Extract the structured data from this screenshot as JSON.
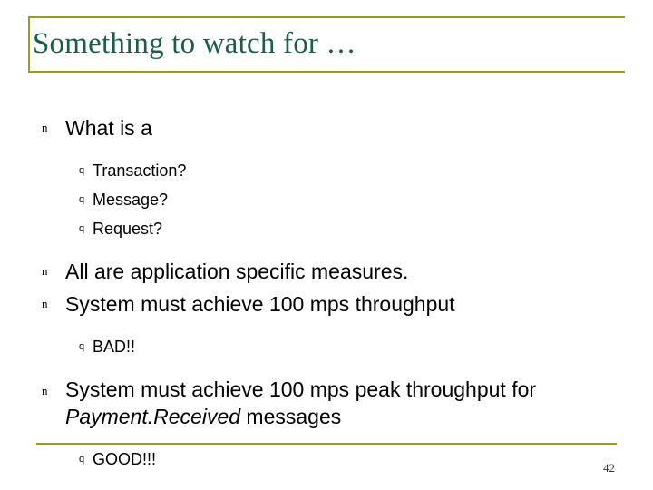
{
  "slide": {
    "title": "Something to watch for …",
    "page_number": "42",
    "accent_color": "#9a9a2a",
    "title_color": "#1a5e4a",
    "markers": {
      "level1": "n",
      "level2": "q"
    },
    "bullets": [
      {
        "level": 1,
        "text": "What is a",
        "children": [
          {
            "level": 2,
            "text": "Transaction?"
          },
          {
            "level": 2,
            "text": "Message?"
          },
          {
            "level": 2,
            "text": "Request?"
          }
        ]
      },
      {
        "level": 1,
        "text": "All are application specific measures.",
        "children": []
      },
      {
        "level": 1,
        "text": "System must achieve 100 mps throughput",
        "children": [
          {
            "level": 2,
            "text": "BAD!!"
          }
        ]
      },
      {
        "level": 1,
        "text_part1": "System must achieve 100 mps peak throughput for ",
        "text_italic": "Payment.Received",
        "text_part2": " messages",
        "children": [
          {
            "level": 2,
            "text": "GOOD!!!"
          }
        ]
      }
    ]
  }
}
